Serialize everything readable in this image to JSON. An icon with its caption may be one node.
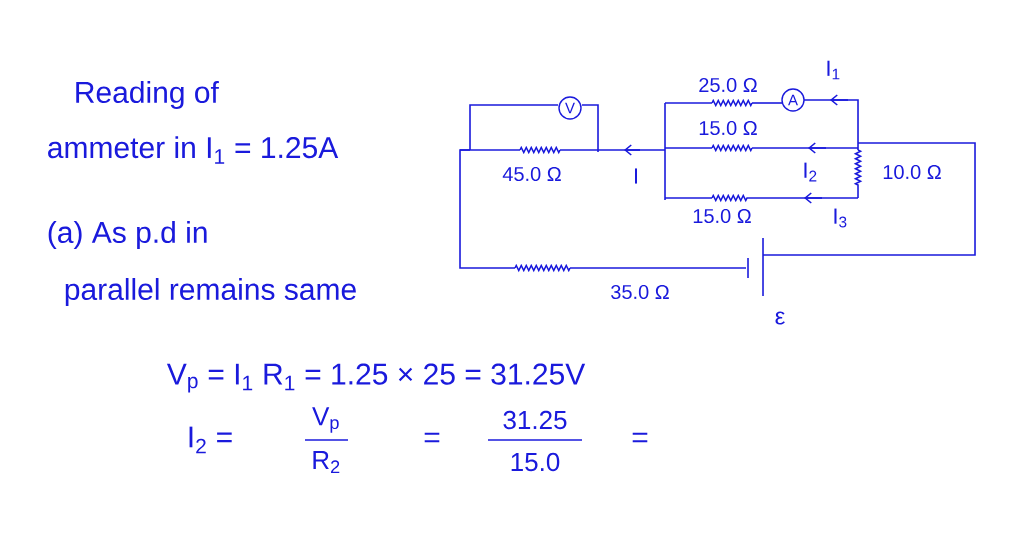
{
  "diagram": {
    "nodes": [
      {
        "text": [
          "V"
        ]
      },
      {
        "text": [
          "A"
        ]
      }
    ],
    "labels": [
      "Reading of",
      "ammeter in I$_{1}$ = 1.25A",
      "25.0 Ω",
      "I$_{1}$",
      "15.0 Ω",
      "45.0 Ω",
      "I",
      "I$_{2}$",
      "10.0 Ω",
      "(a) As p.d in",
      "15.0 Ω",
      "I$_{3}$",
      "parallel remains same",
      "35.0 Ω",
      "ε",
      "V$_{p}$ = I$_{1}$ R$_{1}$ = 1.25 × 25 = 31.25V",
      "I$_{2}$ =",
      "V$_{p}$",
      "R$_{2}$",
      "=",
      "31.25",
      "15.0",
      "="
    ]
  }
}
